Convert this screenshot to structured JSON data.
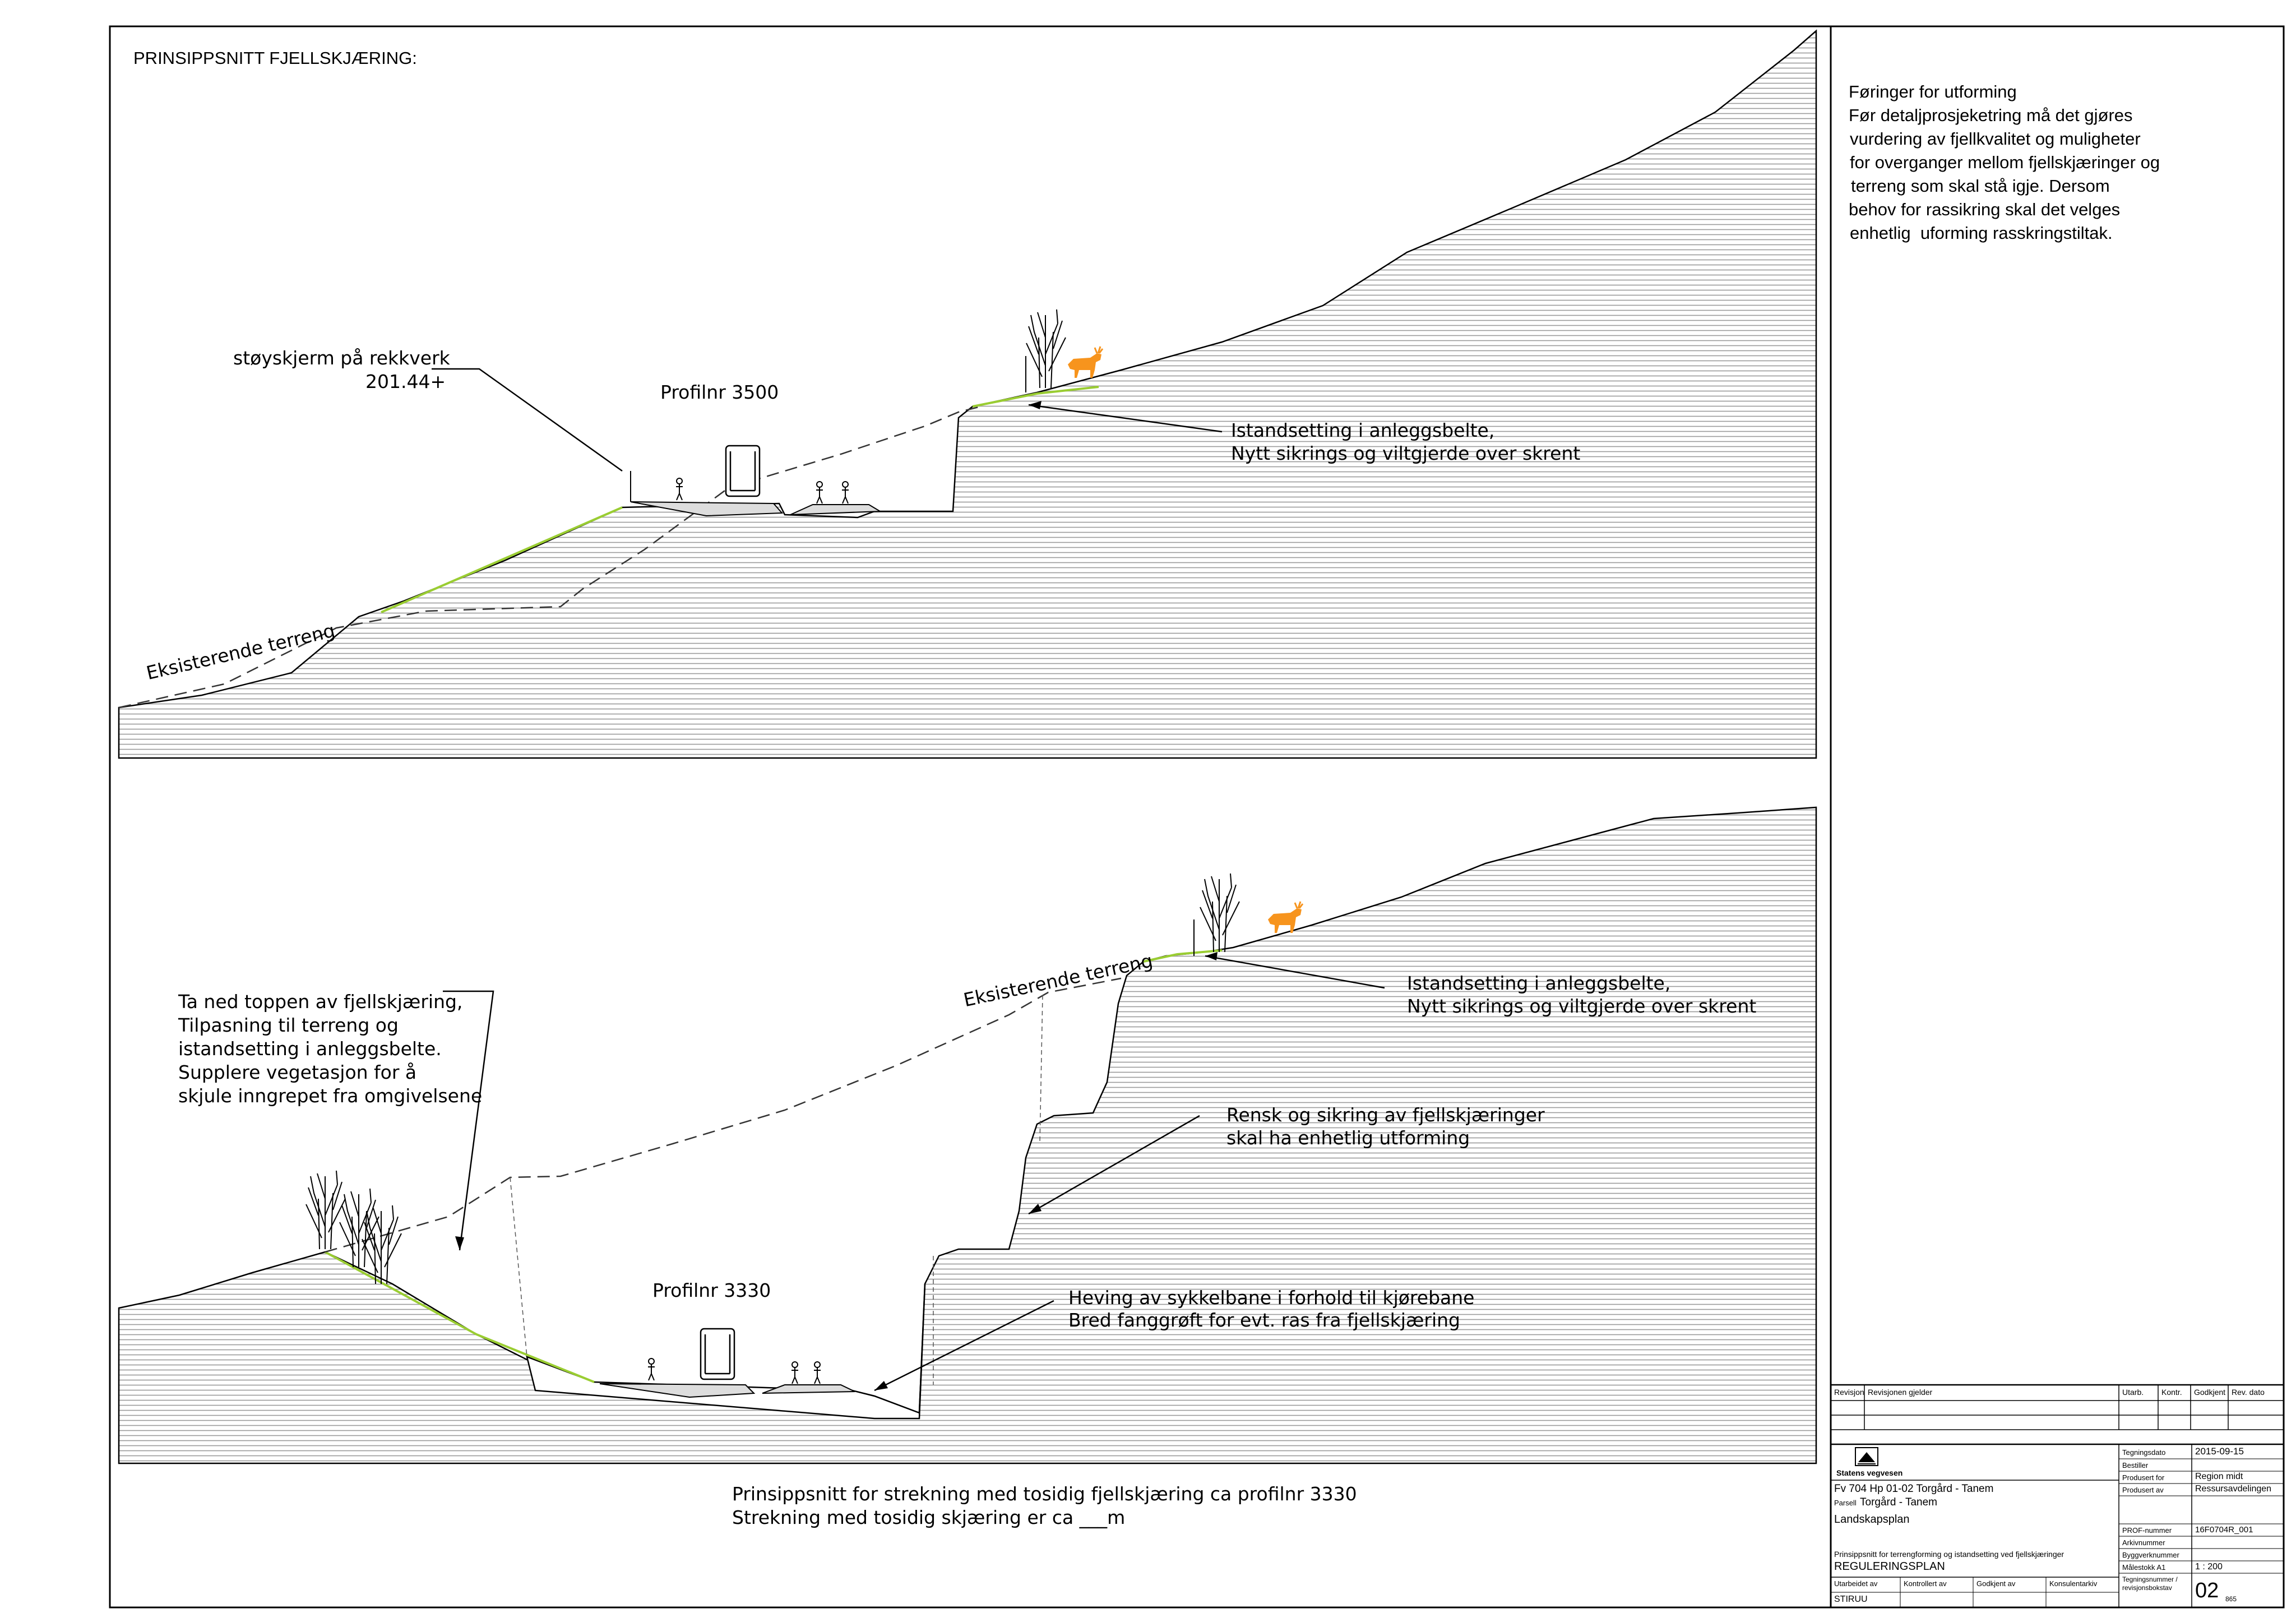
{
  "drawing": {
    "heading": "PRINSIPPSNITT FJELLSKJÆRING:",
    "upper": {
      "profile_label": "Profilnr 3500",
      "noise_screen_label": [
        "støyskjerm på rekkverk",
        "201.44+"
      ],
      "restoration_note": [
        "Istandsetting i anleggsbelte,",
        "Nytt sikrings og viltgjerde over skrent"
      ],
      "terrain_label": "Eksisterende terreng"
    },
    "lower": {
      "profile_label": "Profilnr 3330",
      "terrain_label": "Eksisterende terreng",
      "left_note": [
        "Ta ned toppen av fjellskjæring,",
        "Tilpasning til terreng og",
        "istandsetting i anleggsbelte.",
        "Supplere vegetasjon for å",
        "skjule inngrepet fra omgivelsene"
      ],
      "restoration_note": [
        "Istandsetting i anleggsbelte,",
        "Nytt sikrings og viltgjerde over skrent"
      ],
      "rock_cut_note": [
        "Rensk og sikring av fjellskjæringer",
        "skal ha enhetlig utforming"
      ],
      "cycle_note": [
        "Heving av sykkelbane i forhold til kjørebane",
        "Bred fanggrøft for evt. ras fra fjellskjæring"
      ],
      "caption": [
        "Prinsippsnitt for strekning med tosidig fjellskjæring ca profilnr 3330",
        "Strekning med tosidig skjæring er ca ___m"
      ]
    },
    "guidelines": {
      "title": "Føringer for utforming",
      "body": [
        "Før detaljprosjeketring må det gjøres",
        "vurdering av fjellkvalitet og muligheter",
        "for overganger mellom fjellskjæringer og",
        "terreng som skal stå igje. Dersom",
        "behov for rassikring skal det velges",
        "enhetlig  uforming rasskringstiltak."
      ]
    }
  },
  "title_block": {
    "revision_headers": [
      "Revisjon",
      "Revisjonen gjelder",
      "Utarb.",
      "Kontr.",
      "Godkjent",
      "Rev. dato"
    ],
    "org_name": "Statens vegvesen",
    "drawing_date_label": "Tegningsdato",
    "drawing_date": "2015-09-15",
    "client_label": "Bestiller",
    "produced_for_label": "Produsert for",
    "produced_for": "Region midt",
    "produced_by_label": "Produsert av",
    "produced_by": "Ressursavdelingen",
    "project": "Fv 704 Hp 01-02 Torgård - Tanem",
    "parcel_label": "Parsell",
    "parcel": "Torgård - Tanem",
    "discipline": "Landskapsplan",
    "description": "Prinsippsnitt for terrengforming og istandsetting ved fjellskjæringer",
    "plan_type": "REGULERINGSPLAN",
    "prof_number_label": "PROF-nummer",
    "prof_number": "16F0704R_001",
    "archive_label": "Arkivnummer",
    "build_number_label": "Byggverknummer",
    "scale_label": "Målestokk A1",
    "scale": "1 : 200",
    "prepared_by_label": "Utarbeidet av",
    "prepared_by": "STIRUU",
    "checked_by_label": "Kontrollert av",
    "approved_by_label": "Godkjent av",
    "consultant_label": "Konsulentarkiv",
    "drawing_number_label": "Tegningsnummer / revisjonsbokstav",
    "drawing_number": "02",
    "revision_code": "865"
  },
  "colors": {
    "line": "#000000",
    "dashed_terrain": "#333333",
    "hatch": "#9a9a9a",
    "green_slope": "#9acd32",
    "moose": "#f7941d"
  }
}
